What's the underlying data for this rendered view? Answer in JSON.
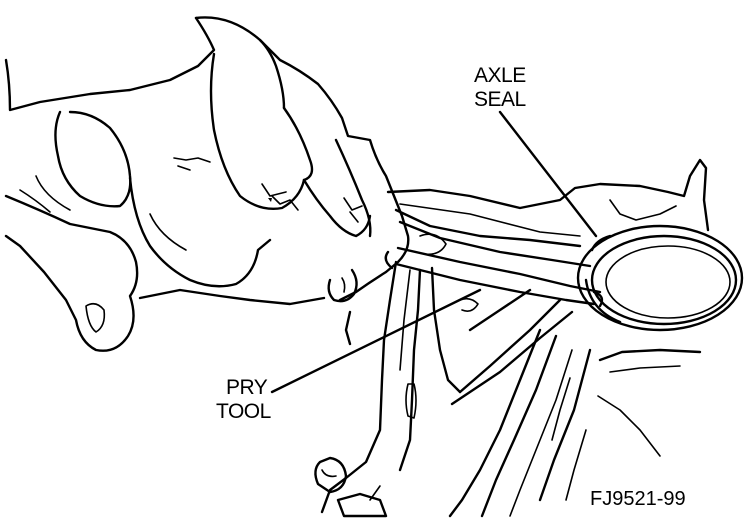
{
  "callouts": {
    "axle_seal": {
      "line1": "AXLE",
      "line2": "SEAL"
    },
    "pry_tool": {
      "line1": "PRY",
      "line2": "TOOL"
    }
  },
  "figure_id": "FJ9521-99",
  "colors": {
    "ink": "#000000",
    "paper": "#ffffff"
  }
}
